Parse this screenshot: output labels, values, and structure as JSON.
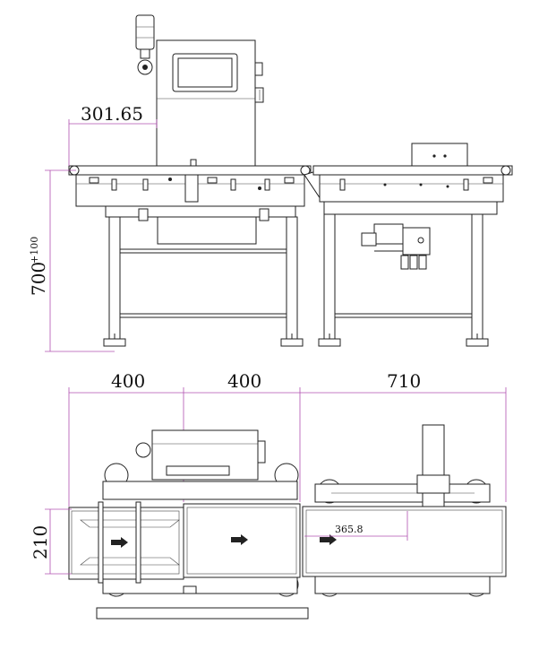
{
  "side_view": {
    "dim_infeed_offset": "301.65",
    "dim_height": "700",
    "dim_height_tolerance": "+100"
  },
  "top_view": {
    "dim_section_1": "400",
    "dim_section_2": "400",
    "dim_section_3": "710",
    "dim_belt_width": "210",
    "dim_reject_offset": "365.8"
  },
  "colors": {
    "line": "#222222",
    "dimension": "#b050b0"
  }
}
